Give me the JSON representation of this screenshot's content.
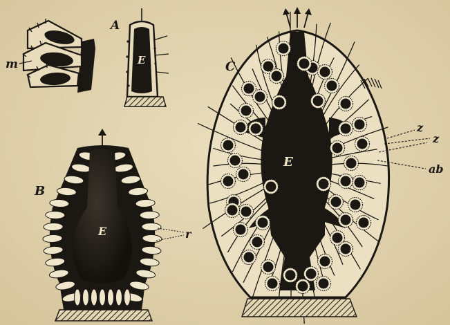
{
  "labels": {
    "m": "m",
    "A": "A",
    "A_E": "E",
    "B": "B",
    "B_E": "E",
    "C": "C",
    "C_E": "E",
    "r": "r",
    "z1": "z",
    "z2": "z",
    "ab": "ab"
  },
  "colors": {
    "paper": "#e3d6b2",
    "ink": "#1b1712",
    "cell_light": "#efe6cb",
    "hatch": "#3a3226"
  }
}
